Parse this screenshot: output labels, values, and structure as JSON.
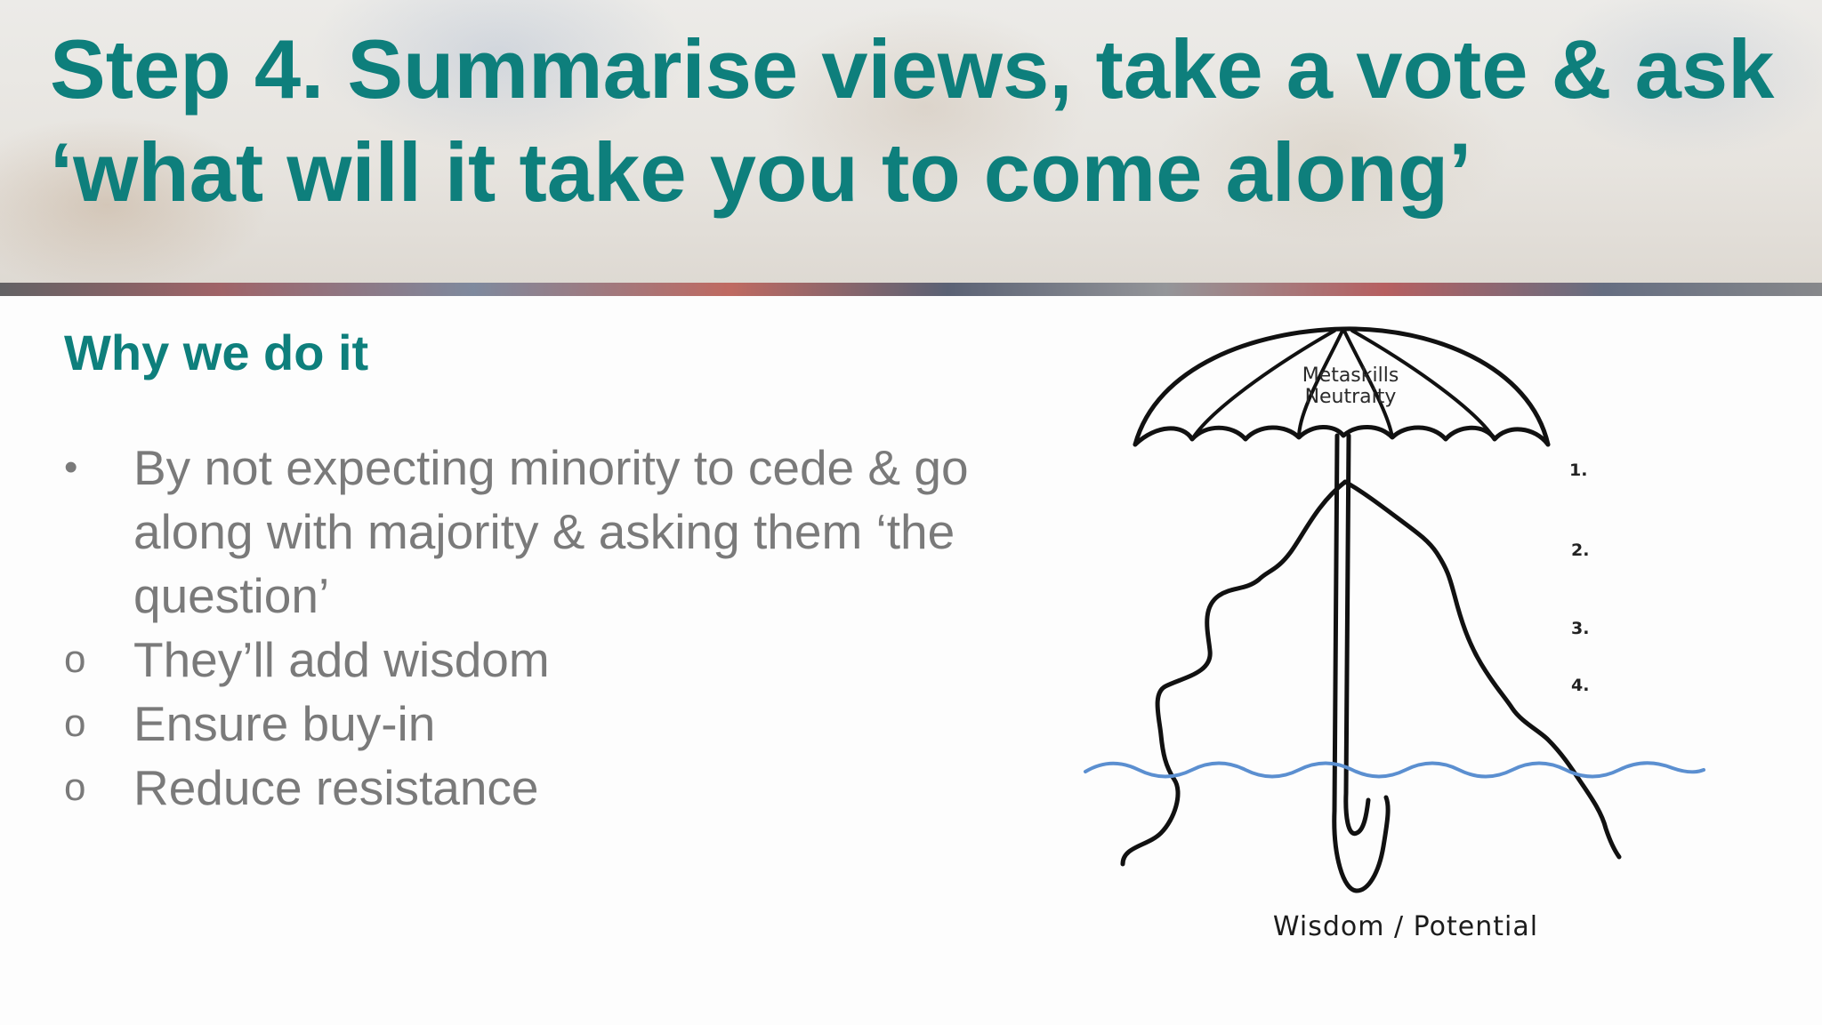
{
  "title": "Step 4. Summarise views, take a vote & ask ‘what will it take you to come along’",
  "subtitle": "Why we do it",
  "bullets": [
    {
      "marker": "•",
      "text": "By not expecting minority to cede & go along with majority & asking them ‘the question’"
    },
    {
      "marker": "o",
      "text": "They’ll add wisdom"
    },
    {
      "marker": "o",
      "text": "Ensure buy-in"
    },
    {
      "marker": "o",
      "text": "Reduce resistance"
    }
  ],
  "diagram": {
    "canopy_line1": "Metaskills",
    "canopy_line2": "Neutraity",
    "levels": [
      "1.",
      "2.",
      "3.",
      "4."
    ],
    "base_label": "Wisdom / Potential",
    "colors": {
      "ink": "#111111",
      "water": "#5b8fd0"
    }
  },
  "colors": {
    "title": "#0e7f7c",
    "body": "#7a7a7a"
  }
}
